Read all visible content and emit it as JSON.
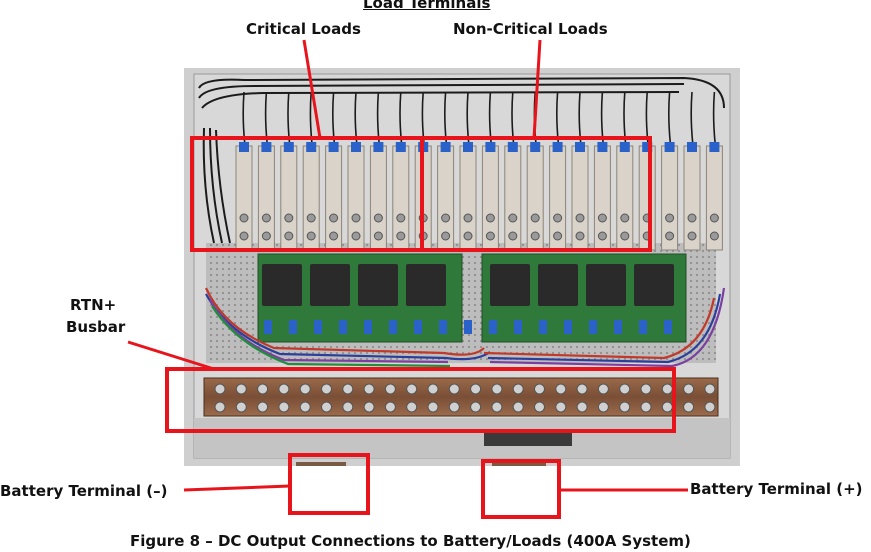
{
  "labels": {
    "load_terminals": "Load Terminals",
    "critical_loads": "Critical Loads",
    "non_critical_loads": "Non-Critical Loads",
    "rtn_busbar_line1": "RTN+",
    "rtn_busbar_line2": "Busbar",
    "battery_terminal_neg": "Battery Terminal (–)",
    "battery_terminal_pos": "Battery Terminal (+)"
  },
  "caption": "Figure 8 – DC Output Connections to Battery/Loads (400A System)",
  "colors": {
    "highlight": "#e8141c",
    "panel": "#c9c9c9",
    "copper": "#8a5a3c",
    "pcb": "#2f7a3a",
    "relay": "#2a2a2a",
    "terminal_blue": "#2a62c9"
  }
}
